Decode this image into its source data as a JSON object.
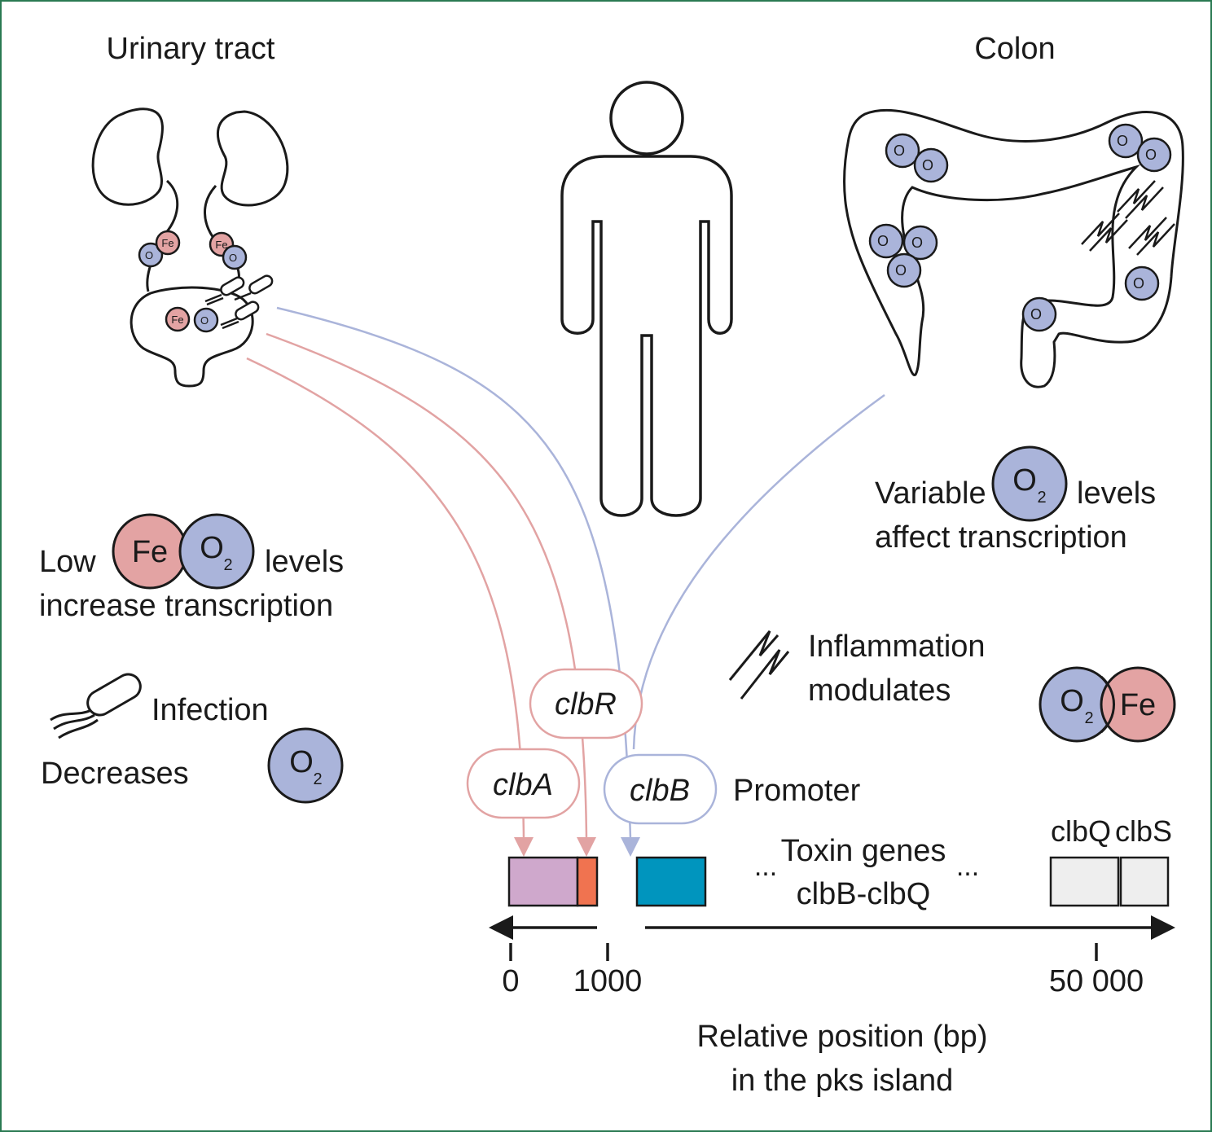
{
  "titles": {
    "urinary_tract": "Urinary tract",
    "colon": "Colon"
  },
  "molecules": {
    "fe": "Fe",
    "o2": "O",
    "o2_sub": "2"
  },
  "urinary": {
    "low": "Low",
    "levels": "levels",
    "increase": "increase transcription",
    "infection": "Infection",
    "decreases": "Decreases"
  },
  "colon": {
    "variable": "Variable",
    "levels": "levels",
    "affect": "affect transcription",
    "inflammation": "Inflammation",
    "modulates": "modulates"
  },
  "genes": {
    "clbA": "clbA",
    "clbR": "clbR",
    "clbB": "clbB",
    "promoter": "Promoter",
    "toxin_line1": "Toxin genes",
    "toxin_line2": "clbB-clbQ",
    "ellipsis": "...",
    "clbQ": "clbQ",
    "clbS": "clbS"
  },
  "axis": {
    "ticks": [
      "0",
      "1000",
      "50 000"
    ],
    "label_line1": "Relative position (bp)",
    "label_line2": "in the pks island"
  },
  "colors": {
    "fe": "#e3a3a3",
    "o2": "#aab4da",
    "red_arrow": "#e2a3a3",
    "blue_arrow": "#aab4da",
    "clbA_box": "#cfa8cc",
    "clbR_box": "#f07350",
    "clbB_box": "#0095be",
    "clbQS_box": "#eeeeee",
    "frame": "#2a7a52"
  }
}
